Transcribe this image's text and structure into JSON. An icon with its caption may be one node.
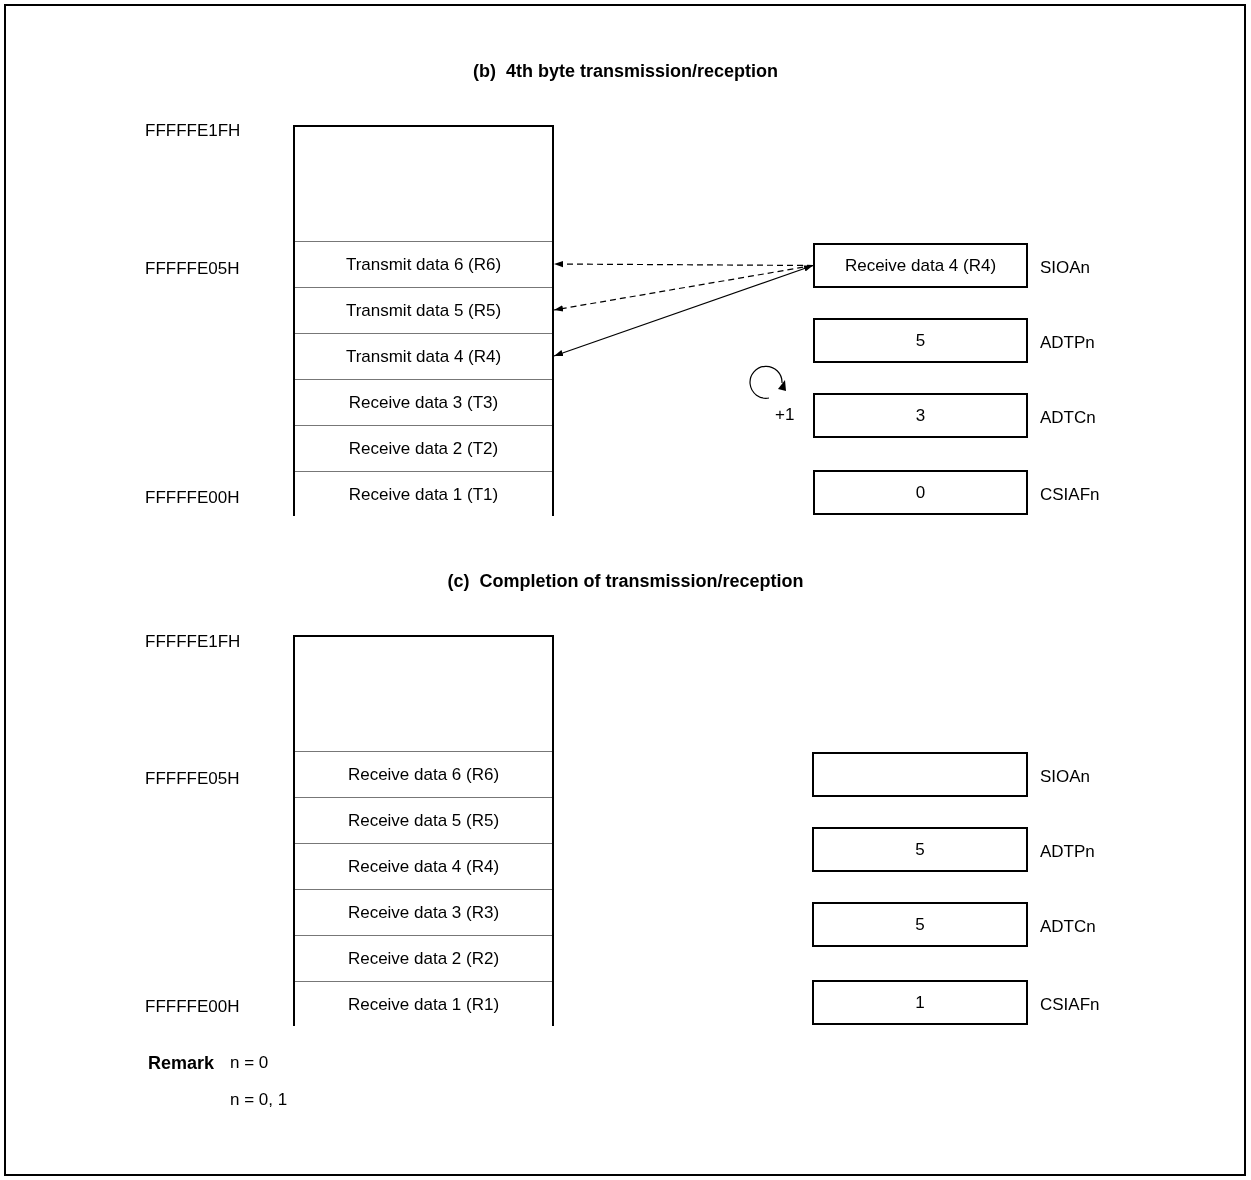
{
  "diagram": {
    "nodes": [
      {
        "text": [],
        "shape": "box"
      },
      {
        "text": [
          "Transmit data 6 (R6)"
        ],
        "in": 0
      },
      {
        "text": [
          "Transmit data 5 (R5)"
        ],
        "in": 0
      },
      {
        "text": [
          "Transmit data 4 (R4)"
        ],
        "in": 0
      },
      {
        "text": [
          "Receive data 3 (T3)"
        ],
        "in": 0
      },
      {
        "text": [
          "Receive data 2 (T2)"
        ],
        "in": 0
      },
      {
        "text": [
          "Receive data 1 (T1)"
        ],
        "in": 0
      },
      {
        "text": [
          "Receive data 4 (R4)"
        ],
        "beside": [
          "SIOAn"
        ]
      },
      {
        "text": [
          "5"
        ],
        "beside": [
          "ADTPn"
        ]
      },
      {
        "text": [
          "3"
        ],
        "beside": [
          "ADTCn"
        ]
      },
      {
        "text": [
          "0"
        ],
        "beside": [
          "CSIAFn"
        ]
      },
      {
        "text": [],
        "shape": "box"
      },
      {
        "text": [
          "Receive data 6 (R6)"
        ],
        "in": 11
      },
      {
        "text": [
          "Receive data 5 (R5)"
        ],
        "in": 11
      },
      {
        "text": [
          "Receive data 4 (R4)"
        ],
        "in": 11
      },
      {
        "text": [
          "Receive data 3 (R3)"
        ],
        "in": 11
      },
      {
        "text": [
          "Receive data 2 (R2)"
        ],
        "in": 11
      },
      {
        "text": [
          "Receive data 1 (R1)"
        ],
        "in": 11
      },
      {
        "text": [],
        "shape": "box",
        "beside": [
          "SIOAn"
        ]
      },
      {
        "text": [
          "5"
        ],
        "beside": [
          "ADTPn"
        ]
      },
      {
        "text": [
          "5"
        ],
        "beside": [
          "ADTCn"
        ]
      },
      {
        "text": [
          "1"
        ],
        "beside": [
          "CSIAFn"
        ]
      }
    ],
    "edges": [
      {
        "from": 7,
        "to": 1,
        "arrow": "to",
        "style": "dashed"
      },
      {
        "from": 7,
        "to": 2,
        "arrow": "to",
        "style": "dashed"
      },
      {
        "from": 7,
        "to": 3,
        "arrow": "both"
      }
    ],
    "labels": [
      "(b)  4th byte transmission/reception",
      "FFFFFE1FH",
      "FFFFFE05H",
      "+1",
      "FFFFFE00H",
      "(c)  Completion of transmission/reception",
      "FFFFFE1FH",
      "FFFFFE05H",
      "FFFFFE00H",
      "Remark",
      "n = 0",
      "n = 0, 1"
    ]
  }
}
